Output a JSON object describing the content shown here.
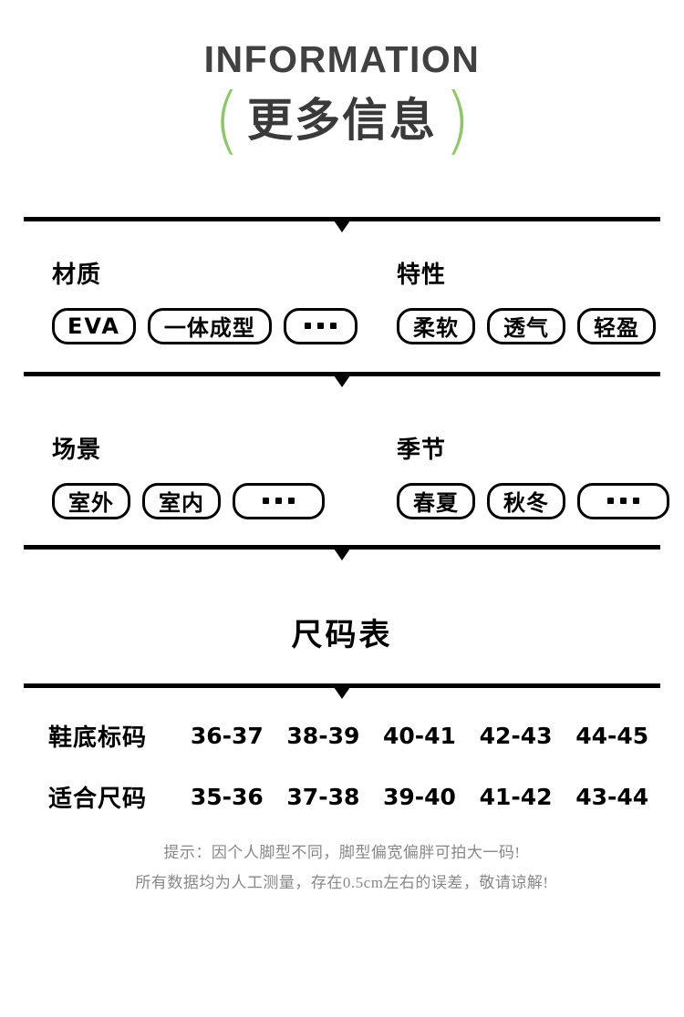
{
  "header": {
    "title_en": "INFORMATION",
    "paren_left": "(",
    "paren_right": ")",
    "title_cn": "更多信息",
    "paren_color": "#8dc868",
    "title_color": "#414141"
  },
  "specs": [
    {
      "left": {
        "heading": "材质",
        "pills": [
          "EVA",
          "一体成型",
          "…"
        ]
      },
      "right": {
        "heading": "特性",
        "pills": [
          "柔软",
          "透气",
          "轻盈"
        ]
      }
    },
    {
      "left": {
        "heading": "场景",
        "pills": [
          "室外",
          "室内",
          "…"
        ]
      },
      "right": {
        "heading": "季节",
        "pills": [
          "春夏",
          "秋冬",
          "…"
        ]
      }
    }
  ],
  "size_chart": {
    "title": "尺码表",
    "rows": [
      {
        "label": "鞋底标码",
        "values": [
          "36-37",
          "38-39",
          "40-41",
          "42-43",
          "44-45"
        ]
      },
      {
        "label": "适合尺码",
        "values": [
          "35-36",
          "37-38",
          "39-40",
          "41-42",
          "43-44"
        ]
      }
    ],
    "notes": [
      "提示：因个人脚型不同，脚型偏宽偏胖可拍大一码!",
      "所有数据均为人工测量，存在0.5cm左右的误差，敬请谅解!"
    ]
  }
}
